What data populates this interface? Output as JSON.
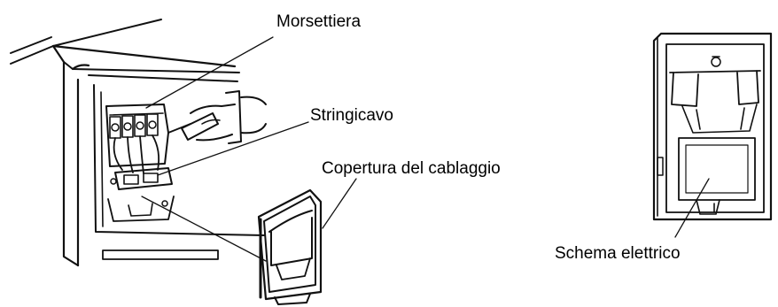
{
  "labels": {
    "terminal_block": "Morsettiera",
    "cable_clamp": "Stringicavo",
    "wiring_cover": "Copertura del cablaggio",
    "wiring_diagram": "Schema elettrico"
  }
}
